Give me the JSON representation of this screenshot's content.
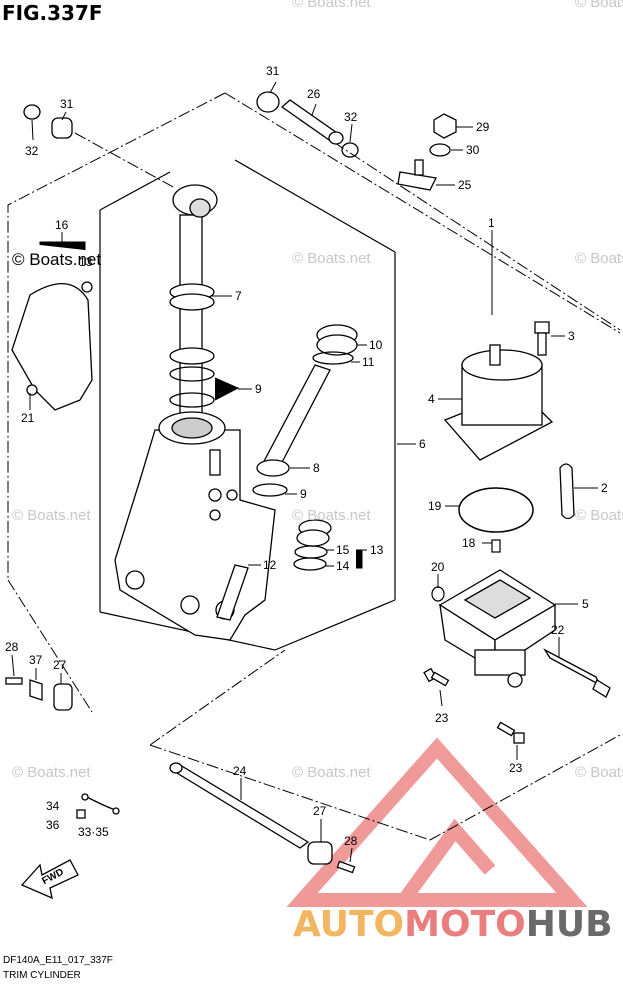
{
  "figure": {
    "title": "FIG.337F",
    "code": "DF140A_E11_017_337F",
    "caption": "TRIM CYLINDER"
  },
  "watermarks": {
    "small": "© Boats.net",
    "large": "© Boats.net"
  },
  "brand": {
    "part1": "AUTO",
    "part2": "MOTO",
    "part3": "HUB",
    "accent_color": "#e88080"
  },
  "fwd_label": "FWD",
  "callouts": [
    "31",
    "26",
    "32",
    "31",
    "32",
    "29",
    "30",
    "25",
    "16",
    "13",
    "1",
    "7",
    "3",
    "10",
    "11",
    "4",
    "9",
    "6",
    "21",
    "8",
    "9",
    "2",
    "19",
    "18",
    "15",
    "13",
    "14",
    "12",
    "20",
    "5",
    "22",
    "28",
    "37",
    "27",
    "23",
    "23",
    "24",
    "34",
    "36",
    "33·35",
    "27",
    "28"
  ]
}
